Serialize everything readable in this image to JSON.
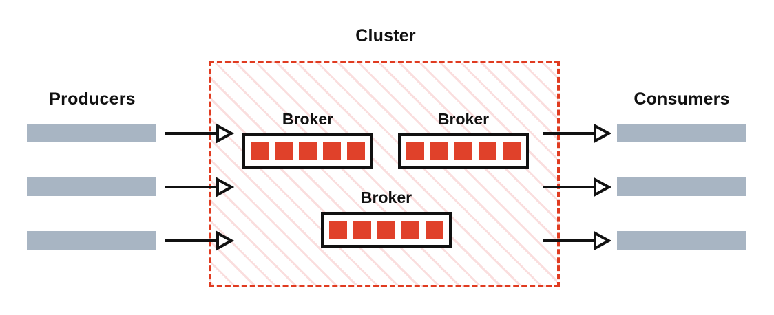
{
  "diagram": {
    "title": "Cluster",
    "colors": {
      "cluster_border": "#e03b20",
      "cluster_hatch": "#fadede",
      "partition": "#e0412a",
      "client_bar": "#a8b5c3",
      "broker_border": "#111111",
      "arrow": "#111111",
      "background": "#ffffff"
    },
    "producers": {
      "label": "Producers",
      "bars": [
        {
          "name": "producer-bar-1"
        },
        {
          "name": "producer-bar-2"
        },
        {
          "name": "producer-bar-3"
        }
      ]
    },
    "consumers": {
      "label": "Consumers",
      "bars": [
        {
          "name": "consumer-bar-1"
        },
        {
          "name": "consumer-bar-2"
        },
        {
          "name": "consumer-bar-3"
        }
      ]
    },
    "cluster": {
      "label": "Cluster",
      "brokers": [
        {
          "label": "Broker",
          "partition_count": 5
        },
        {
          "label": "Broker",
          "partition_count": 5
        },
        {
          "label": "Broker",
          "partition_count": 5
        }
      ]
    },
    "arrows": {
      "inbound": [
        {
          "name": "producer-arrow-1",
          "direction": "right"
        },
        {
          "name": "producer-arrow-2",
          "direction": "right"
        },
        {
          "name": "producer-arrow-3",
          "direction": "right"
        }
      ],
      "outbound": [
        {
          "name": "consumer-arrow-1",
          "direction": "right"
        },
        {
          "name": "consumer-arrow-2",
          "direction": "right"
        },
        {
          "name": "consumer-arrow-3",
          "direction": "right"
        }
      ]
    }
  }
}
